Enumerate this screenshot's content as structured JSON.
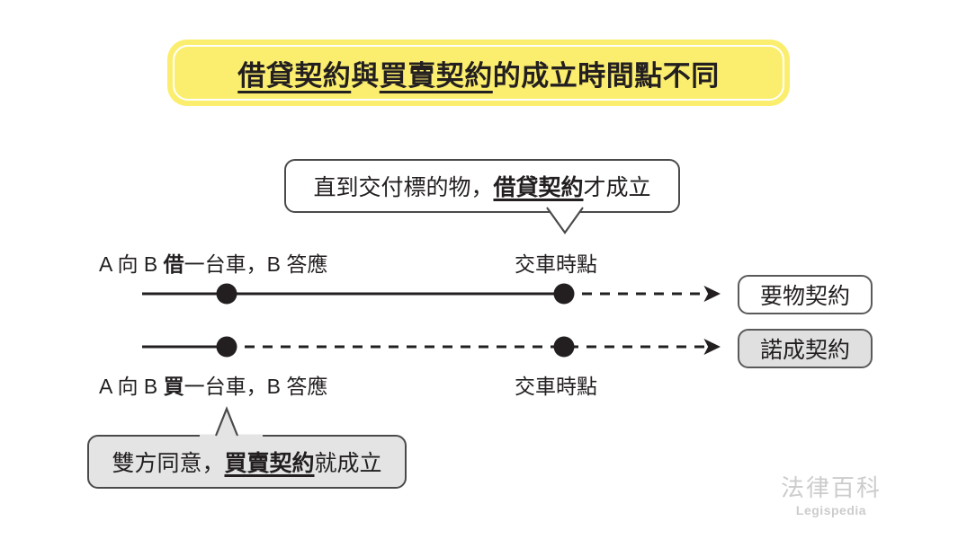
{
  "title": {
    "segments": [
      {
        "text": "借貸契約",
        "underline": true
      },
      {
        "text": " 與 ",
        "underline": false
      },
      {
        "text": "買賣契約",
        "underline": true
      },
      {
        "text": " 的成立時間點不同",
        "underline": false
      }
    ],
    "plain": "借貸契約 與 買賣契約 的成立時間點不同",
    "background_color": "#FBEE6E",
    "inner_ring_color": "#FFFFFF",
    "text_color": "#231F20"
  },
  "callouts": {
    "top": {
      "prefix": "直到交付標的物，",
      "emphasis": "借貸契約",
      "suffix": "才成立",
      "background_color": "#FFFFFF",
      "border_color": "#4A4A4A",
      "tail_direction": "down"
    },
    "bottom": {
      "prefix": "雙方同意，",
      "emphasis": "買賣契約",
      "suffix": "就成立",
      "background_color": "#E4E4E4",
      "border_color": "#4A4A4A",
      "tail_direction": "up"
    }
  },
  "timelines": [
    {
      "id": "loan",
      "label_left_prefix": "A 向 B ",
      "label_left_emphasis": "借",
      "label_left_suffix": "一台車，B 答應",
      "label_right": "交車時點",
      "label_position": "above",
      "solid_until": "second-dot",
      "result_pill": "要物契約"
    },
    {
      "id": "sale",
      "label_left_prefix": "A 向 B ",
      "label_left_emphasis": "買",
      "label_left_suffix": "一台車，B 答應",
      "label_right": "交車時點",
      "label_position": "below",
      "solid_until": "first-dot",
      "result_pill": "諾成契約"
    }
  ],
  "pills": {
    "top": {
      "label": "要物契約",
      "background_color": "#FFFFFF"
    },
    "bottom": {
      "label": "諾成契約",
      "background_color": "#E0E0E0"
    }
  },
  "watermark": {
    "cn": "法律百科",
    "en": "Legispedia",
    "color": "#CCCCCC"
  },
  "line_color": "#231F20"
}
